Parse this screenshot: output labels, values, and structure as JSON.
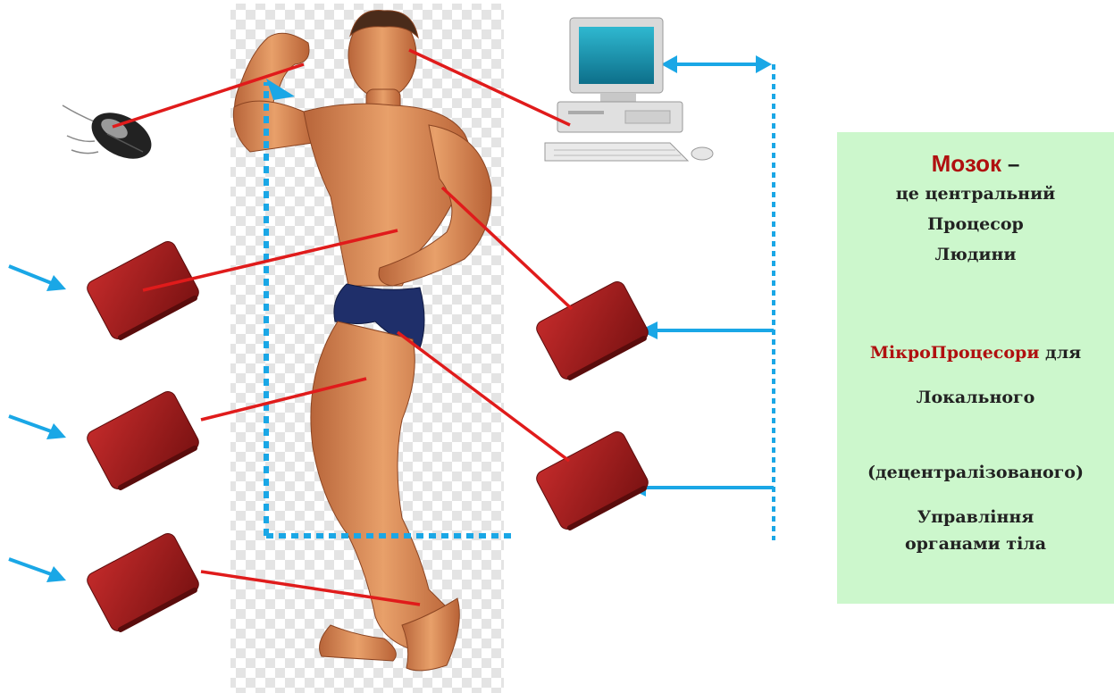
{
  "info": {
    "brain_word": "Мозок",
    "brain_dash": "–",
    "line1": "це центральний",
    "line2": "Процесор",
    "line3": "Людини",
    "micro_word": "МікроПроцесори",
    "micro_rest": " для",
    "line5": "Локального",
    "line6": "(децентралізованого)",
    "line7": "Управління",
    "line8": "органами тіла"
  },
  "colors": {
    "box_bg": "#ccf7cc",
    "brain_red": "#b01010",
    "link_red": "#e01b1b",
    "arrow_blue": "#1aa7e6",
    "device_red": "#a01e1e"
  },
  "icons": [
    "mouse-icon",
    "computer-icon",
    "bodybuilder-figure",
    "microcontroller-device-icon",
    "blue-arrow-icon"
  ]
}
